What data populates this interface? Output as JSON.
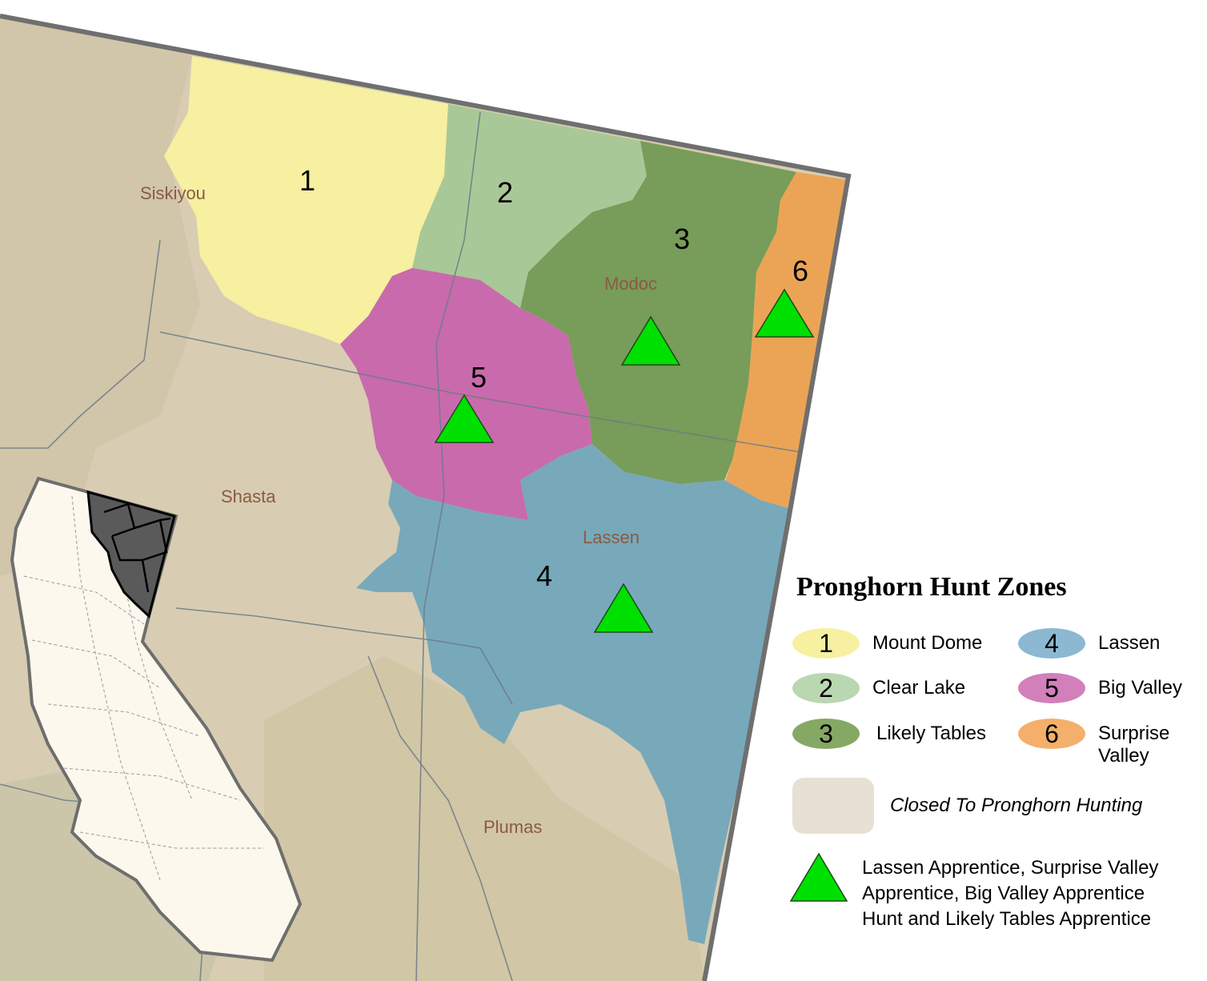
{
  "map": {
    "counties": [
      "Siskiyou",
      "Modoc",
      "Shasta",
      "Lassen",
      "Plumas"
    ],
    "zone_numbers": [
      "1",
      "2",
      "3",
      "4",
      "5",
      "6"
    ]
  },
  "legend": {
    "title": "Pronghorn Hunt Zones",
    "zones": [
      {
        "num": "1",
        "name": "Mount Dome",
        "color": "#f6f0a0"
      },
      {
        "num": "2",
        "name": "Clear Lake",
        "color": "#b9d7b1"
      },
      {
        "num": "3",
        "name": "Likely Tables",
        "color": "#86a865"
      },
      {
        "num": "4",
        "name": "Lassen",
        "color": "#8cb8d2"
      },
      {
        "num": "5",
        "name": "Big Valley",
        "color": "#d37fbc"
      },
      {
        "num": "6",
        "name": "Surprise Valley",
        "color": "#f4b06a"
      }
    ],
    "closed_label": "Closed To Pronghorn Hunting",
    "closed_color": "#e8e0d2",
    "apprentice_label": "Lassen Apprentice, Surprise Valley Apprentice, Big Valley Apprentice Hunt and Likely Tables Apprentice",
    "apprentice_icon": "green-triangle",
    "apprentice_color": "#00e000"
  }
}
